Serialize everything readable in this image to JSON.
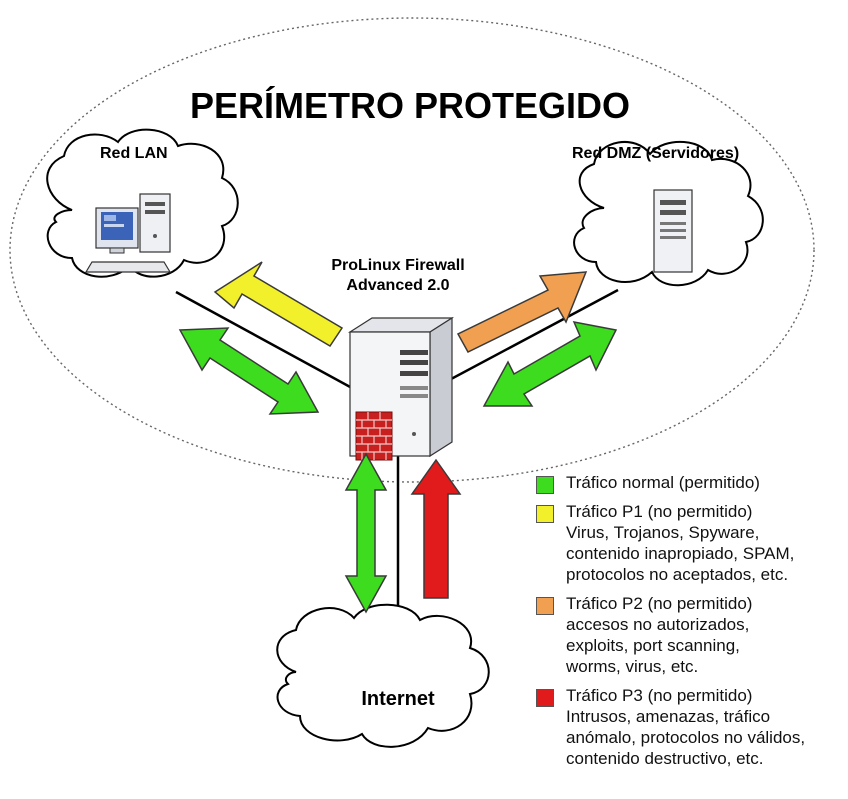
{
  "title": "PERÍMETRO PROTEGIDO",
  "networks": {
    "lan": "Red LAN",
    "dmz": "Red DMZ (Servidores)",
    "internet": "Internet"
  },
  "firewall": {
    "line1": "ProLinux Firewall",
    "line2": "Advanced 2.0"
  },
  "colors": {
    "green": "#3ddc1e",
    "yellow": "#f2f02a",
    "orange": "#f0a050",
    "red": "#e11b1b"
  },
  "legend": [
    {
      "color": "#3ddc1e",
      "lines": [
        "Tráfico normal (permitido)"
      ]
    },
    {
      "color": "#f2f02a",
      "lines": [
        "Tráfico P1 (no permitido)",
        "Virus, Trojanos, Spyware,",
        "contenido inapropiado, SPAM,",
        "protocolos no aceptados, etc."
      ]
    },
    {
      "color": "#f0a050",
      "lines": [
        "Tráfico P2 (no permitido)",
        "accesos no autorizados,",
        "exploits, port scanning,",
        "worms, virus, etc."
      ]
    },
    {
      "color": "#e11b1b",
      "lines": [
        "Tráfico P3 (no permitido)",
        "Intrusos, amenazas, tráfico",
        "anómalo, protocolos no válidos,",
        "contenido destructivo, etc."
      ]
    }
  ]
}
